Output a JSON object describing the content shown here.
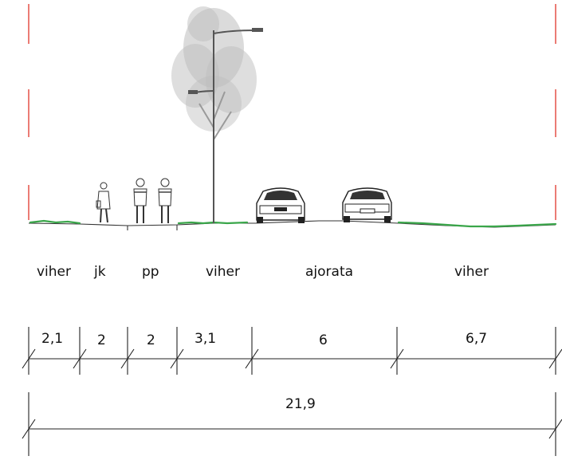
{
  "sections": [
    {
      "label": "viher",
      "width": "2,1"
    },
    {
      "label": "jk",
      "width": "2"
    },
    {
      "label": "pp",
      "width": "2"
    },
    {
      "label": "viher",
      "width": "3,1"
    },
    {
      "label": "ajorata",
      "width": "6"
    },
    {
      "label": "viher",
      "width": "6,7"
    }
  ],
  "total_width": "21,9",
  "colors": {
    "boundary": "#e0352b",
    "grass": "#3aa64a",
    "tree": "#bdbdbd",
    "lines": "#222222"
  }
}
